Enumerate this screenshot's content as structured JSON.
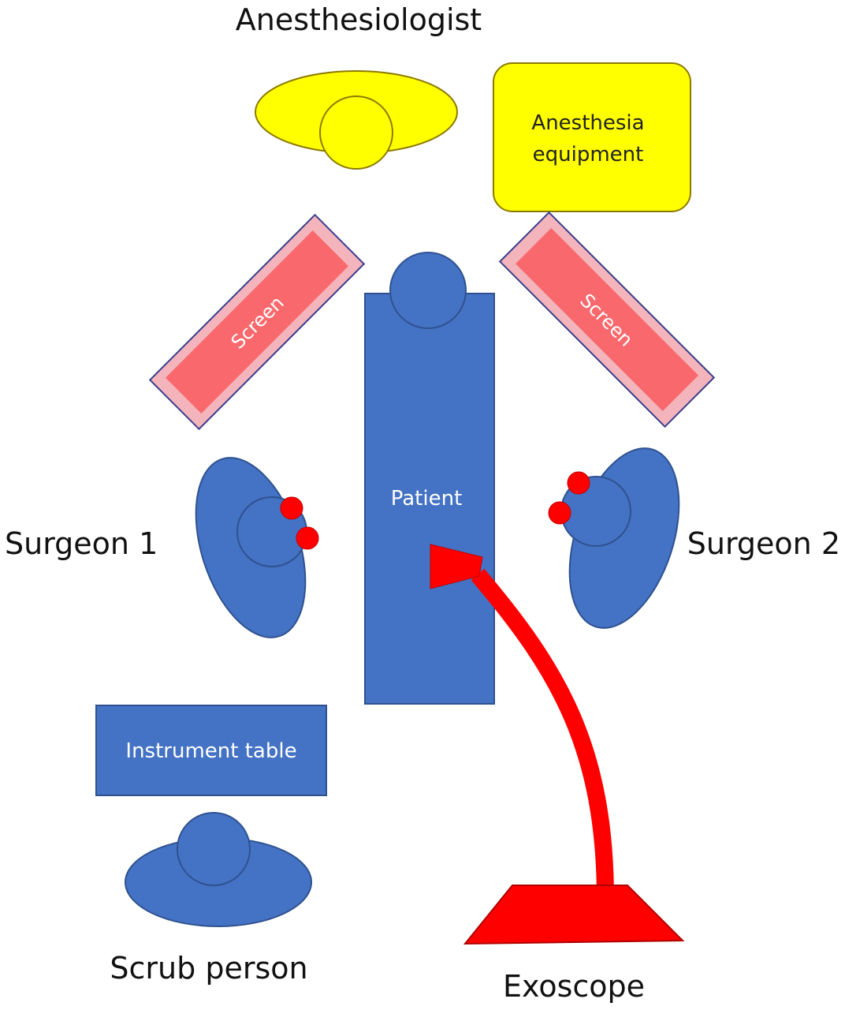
{
  "labels": {
    "anesthesiologist": "Anesthesiologist",
    "anesthesia_equipment_line1": "Anesthesia",
    "anesthesia_equipment_line2": "equipment",
    "screen_left": "Screen",
    "screen_right": "Screen",
    "patient": "Patient",
    "surgeon_1": "Surgeon 1",
    "surgeon_2": "Surgeon 2",
    "instrument_table": "Instrument table",
    "scrub_person": "Scrub person",
    "exoscope": "Exoscope"
  },
  "colors": {
    "staff_blue": "#4472C4",
    "staff_outline": "#2F528F",
    "anesthesia_yellow": "#FFFF00",
    "anesthesia_outline": "#BF9000",
    "screen_red": "#F8686C",
    "screen_border": "#E79AA0",
    "exoscope_red": "#FF0000"
  }
}
